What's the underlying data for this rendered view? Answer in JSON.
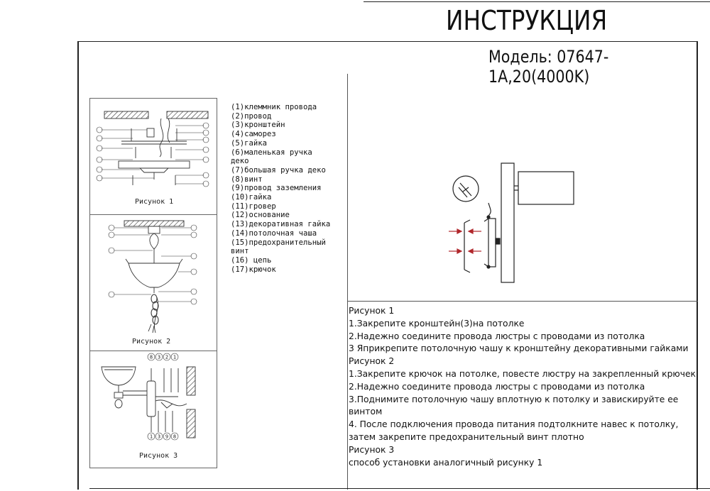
{
  "header": {
    "title": "ИНСТРУКЦИЯ",
    "model": "Модель: 07647-1A,20(4000K)"
  },
  "figures": {
    "fig1_label": "Рисунок 1",
    "fig2_label": "Рисунок 2",
    "fig3_label": "Рисунок 3",
    "fig3_top_callouts": [
      "8",
      "3",
      "2",
      "1"
    ],
    "fig3_bottom_callouts": [
      "1",
      "3",
      "9",
      "8"
    ]
  },
  "parts": [
    "(1)клеммник провода",
    "(2)провод",
    "(3)кронштейн",
    "(4)саморез",
    "(5)гайка",
    "(6)маленькая ручка",
    "деко",
    "(7)большая ручка деко",
    "(8)винт",
    "(9)провод заземления",
    "(10)гайка",
    "(11)гровер",
    "(12)основание",
    "(13)декоративная гайка",
    "(14)потолочная чаша",
    "(15)предохранительный",
    "винт",
    "(16) цепь",
    "(17)крючок"
  ],
  "instructions": [
    "Рисунок 1",
    "1.Закрепите кронштейн(3)на потолке",
    "2.Надежно соедините провода люстры с проводами из потолка",
    "3 Яприкрепите потолочную чашу к кронштейну декоративными гайками",
    "Рисунок 2",
    "1.Закрепите крючок на потолке, повесте люстру на закрепленный крючек",
    "2.Надежно соедините провода люстры с проводами из потолка",
    "3.Поднимите потолочную чашу вплотную к потолку и завискируйте ее винтом",
    "4.  После подключения провода питания подтолкните навес к потолку, затем закрепите предохранительный винт плотно",
    "Рисунок 3",
    "способ установки аналогичный рисунку 1"
  ]
}
